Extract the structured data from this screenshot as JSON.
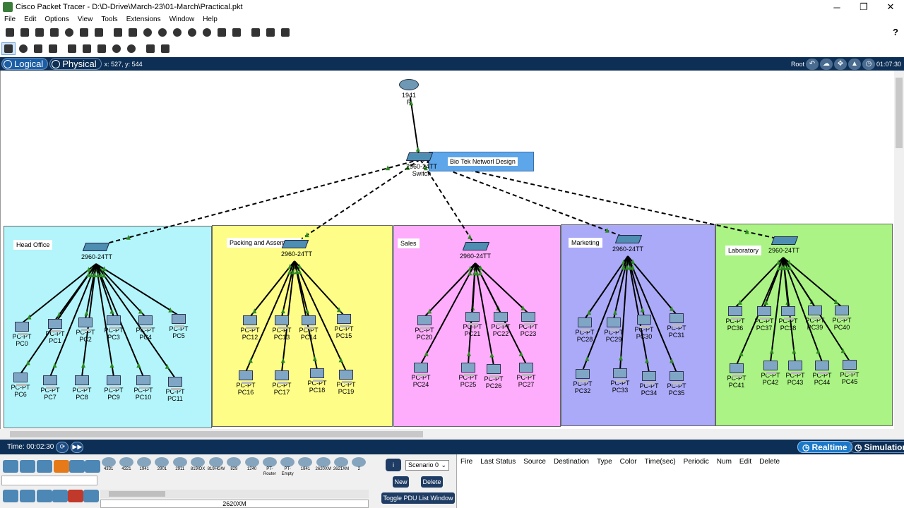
{
  "window": {
    "title": "Cisco Packet Tracer - D:\\D-Drive\\March-23\\01-March\\Practical.pkt",
    "minimize": "─",
    "maximize": "❐",
    "close": "✕"
  },
  "menu": [
    "File",
    "Edit",
    "Options",
    "View",
    "Tools",
    "Extensions",
    "Window",
    "Help"
  ],
  "toolbar": {
    "help": "?"
  },
  "view": {
    "logical": "Logical",
    "physical": "Physical",
    "coords": "x: 527, y: 544",
    "root": "Root",
    "clock": "01:07:30"
  },
  "diagram": {
    "title": "Bio Tek Networl Design",
    "router": {
      "model": "1941",
      "name": "R"
    },
    "core_switch": {
      "model": "2960-24TT",
      "name": "Switch"
    },
    "areas": [
      {
        "label": "Head Office",
        "color": "#b3f5fb",
        "switch": "2960-24TT"
      },
      {
        "label": "Packing and Assembling",
        "color": "#fdfd88",
        "switch": "2960-24TT"
      },
      {
        "label": "Sales",
        "color": "#fdadfb",
        "switch": "2960-24TT"
      },
      {
        "label": "Marketing",
        "color": "#abaaf8",
        "switch": "2960-24TT"
      },
      {
        "label": "Laboratory",
        "color": "#aaf384",
        "switch": "2960-24TT"
      }
    ],
    "pc_type": "PC-PT",
    "pcs": [
      "PC0",
      "PC1",
      "PC2",
      "PC3",
      "PC4",
      "PC5",
      "PC6",
      "PC7",
      "PC8",
      "PC9",
      "PC10",
      "PC11",
      "PC12",
      "PC13",
      "PC14",
      "PC15",
      "PC16",
      "PC17",
      "PC18",
      "PC19",
      "PC20",
      "PC21",
      "PC22",
      "PC23",
      "PC24",
      "PC25",
      "PC26",
      "PC27",
      "PC28",
      "PC29",
      "PC30",
      "PC31",
      "PC32",
      "PC33",
      "PC34",
      "PC35",
      "PC36",
      "PC37",
      "PC38",
      "PC39",
      "PC40",
      "PC41",
      "PC42",
      "PC43",
      "PC44",
      "PC45"
    ]
  },
  "status": {
    "time": "Time: 00:02:30",
    "realtime": "Realtime",
    "simulation": "Simulation"
  },
  "devices": {
    "models": [
      "4331",
      "4321",
      "1941",
      "2901",
      "2911",
      "819IOX",
      "819HGW",
      "829",
      "1240",
      "PT-Router",
      "PT-Empty",
      "1841",
      "2620XM",
      "2621XM",
      "2"
    ],
    "selected": "2620XM"
  },
  "pdu": {
    "info": "i",
    "scenario": "Scenario 0",
    "new": "New",
    "delete": "Delete",
    "toggle": "Toggle PDU List Window"
  },
  "events": {
    "columns": [
      "Fire",
      "Last Status",
      "Source",
      "Destination",
      "Type",
      "Color",
      "Time(sec)",
      "Periodic",
      "Num",
      "Edit",
      "Delete"
    ]
  },
  "colors": {
    "link_green": "#2e8b22",
    "view_bar": "#0d2f55",
    "title_box": "#5da6ea"
  }
}
